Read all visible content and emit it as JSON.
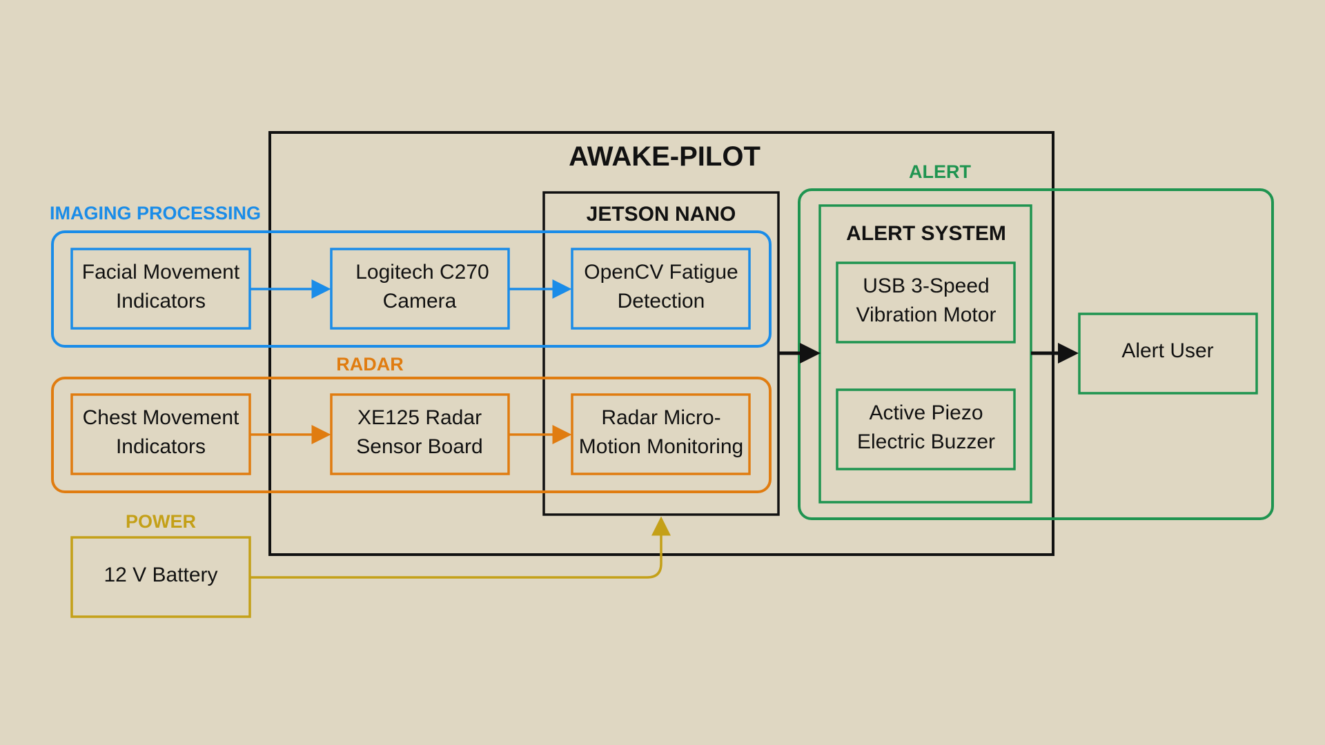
{
  "diagram": {
    "title": "AWAKE-PILOT",
    "jetson_title": "JETSON NANO",
    "alert_system_title": "ALERT SYSTEM",
    "groups": {
      "imaging": "IMAGING PROCESSING",
      "radar": "RADAR",
      "power": "POWER",
      "alert": "ALERT"
    },
    "nodes": {
      "facial": [
        "Facial Movement",
        "Indicators"
      ],
      "camera": [
        "Logitech C270",
        "Camera"
      ],
      "opencv": [
        "OpenCV Fatigue",
        "Detection"
      ],
      "chest": [
        "Chest Movement",
        "Indicators"
      ],
      "radar_board": [
        "XE125 Radar",
        "Sensor Board"
      ],
      "micro_motion": [
        "Radar Micro-",
        "Motion Monitoring"
      ],
      "vibration": [
        "USB 3-Speed",
        "Vibration Motor"
      ],
      "buzzer": [
        "Active Piezo",
        "Electric Buzzer"
      ],
      "alert_user": [
        "Alert User"
      ],
      "battery": [
        "12 V Battery"
      ]
    },
    "colors": {
      "background": "#dfd7c2",
      "imaging": "#1a8ce8",
      "radar": "#e07c10",
      "power": "#c4a018",
      "alert": "#1f9450",
      "frame": "#111111"
    }
  }
}
